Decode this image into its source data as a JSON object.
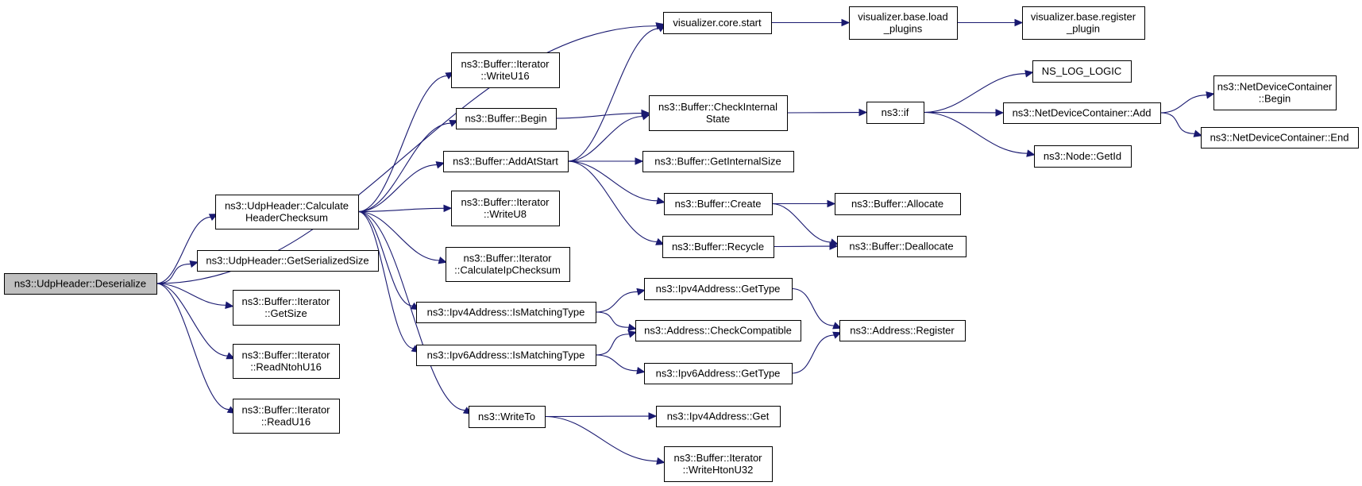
{
  "graph": {
    "kind": "call-graph",
    "edge_color": "#191970",
    "root_fill": "#bfbfbf",
    "nodes": [
      {
        "id": "deserialize",
        "lines": [
          "ns3::UdpHeader::Deserialize"
        ],
        "root": true
      },
      {
        "id": "viz_start",
        "lines": [
          "visualizer.core.start"
        ]
      },
      {
        "id": "viz_load",
        "lines": [
          "visualizer.base.load",
          "_plugins"
        ]
      },
      {
        "id": "viz_register",
        "lines": [
          "visualizer.base.register",
          "_plugin"
        ]
      },
      {
        "id": "calc_hdr",
        "lines": [
          "ns3::UdpHeader::Calculate",
          "HeaderChecksum"
        ]
      },
      {
        "id": "get_ser_size",
        "lines": [
          "ns3::UdpHeader::GetSerializedSize"
        ]
      },
      {
        "id": "it_getsize",
        "lines": [
          "ns3::Buffer::Iterator",
          "::GetSize"
        ]
      },
      {
        "id": "it_readntoh",
        "lines": [
          "ns3::Buffer::Iterator",
          "::ReadNtohU16"
        ]
      },
      {
        "id": "it_readu16",
        "lines": [
          "ns3::Buffer::Iterator",
          "::ReadU16"
        ]
      },
      {
        "id": "it_writeu16",
        "lines": [
          "ns3::Buffer::Iterator",
          "::WriteU16"
        ]
      },
      {
        "id": "buf_begin",
        "lines": [
          "ns3::Buffer::Begin"
        ]
      },
      {
        "id": "buf_addatstart",
        "lines": [
          "ns3::Buffer::AddAtStart"
        ]
      },
      {
        "id": "it_writeu8",
        "lines": [
          "ns3::Buffer::Iterator",
          "::WriteU8"
        ]
      },
      {
        "id": "it_calcip",
        "lines": [
          "ns3::Buffer::Iterator",
          "::CalculateIpChecksum"
        ]
      },
      {
        "id": "ipv4_match",
        "lines": [
          "ns3::Ipv4Address::IsMatchingType"
        ]
      },
      {
        "id": "ipv6_match",
        "lines": [
          "ns3::Ipv6Address::IsMatchingType"
        ]
      },
      {
        "id": "writeto",
        "lines": [
          "ns3::WriteTo"
        ]
      },
      {
        "id": "buf_checkinternal",
        "lines": [
          "ns3::Buffer::CheckInternal",
          "State"
        ]
      },
      {
        "id": "buf_getinternal",
        "lines": [
          "ns3::Buffer::GetInternalSize"
        ]
      },
      {
        "id": "buf_create",
        "lines": [
          "ns3::Buffer::Create"
        ]
      },
      {
        "id": "buf_recycle",
        "lines": [
          "ns3::Buffer::Recycle"
        ]
      },
      {
        "id": "ipv4_gettype",
        "lines": [
          "ns3::Ipv4Address::GetType"
        ]
      },
      {
        "id": "addr_checkcompat",
        "lines": [
          "ns3::Address::CheckCompatible"
        ]
      },
      {
        "id": "ipv6_gettype",
        "lines": [
          "ns3::Ipv6Address::GetType"
        ]
      },
      {
        "id": "ipv4_get",
        "lines": [
          "ns3::Ipv4Address::Get"
        ]
      },
      {
        "id": "it_writehton",
        "lines": [
          "ns3::Buffer::Iterator",
          "::WriteHtonU32"
        ]
      },
      {
        "id": "ns3_if",
        "lines": [
          "ns3::if"
        ]
      },
      {
        "id": "buf_allocate",
        "lines": [
          "ns3::Buffer::Allocate"
        ]
      },
      {
        "id": "buf_deallocate",
        "lines": [
          "ns3::Buffer::Deallocate"
        ]
      },
      {
        "id": "addr_register",
        "lines": [
          "ns3::Address::Register"
        ]
      },
      {
        "id": "ns_log_logic",
        "lines": [
          "NS_LOG_LOGIC"
        ]
      },
      {
        "id": "ndc_add",
        "lines": [
          "ns3::NetDeviceContainer::Add"
        ]
      },
      {
        "id": "node_getid",
        "lines": [
          "ns3::Node::GetId"
        ]
      },
      {
        "id": "ndc_begin",
        "lines": [
          "ns3::NetDeviceContainer",
          "::Begin"
        ]
      },
      {
        "id": "ndc_end",
        "lines": [
          "ns3::NetDeviceContainer::End"
        ]
      }
    ],
    "edges": [
      [
        "deserialize",
        "viz_start"
      ],
      [
        "deserialize",
        "calc_hdr"
      ],
      [
        "deserialize",
        "get_ser_size"
      ],
      [
        "deserialize",
        "it_getsize"
      ],
      [
        "deserialize",
        "it_readntoh"
      ],
      [
        "deserialize",
        "it_readu16"
      ],
      [
        "viz_start",
        "viz_load"
      ],
      [
        "viz_load",
        "viz_register"
      ],
      [
        "calc_hdr",
        "it_writeu16"
      ],
      [
        "calc_hdr",
        "buf_begin"
      ],
      [
        "calc_hdr",
        "buf_addatstart"
      ],
      [
        "calc_hdr",
        "it_writeu8"
      ],
      [
        "calc_hdr",
        "it_calcip"
      ],
      [
        "calc_hdr",
        "ipv4_match"
      ],
      [
        "calc_hdr",
        "ipv6_match"
      ],
      [
        "calc_hdr",
        "writeto"
      ],
      [
        "buf_begin",
        "buf_checkinternal"
      ],
      [
        "buf_addatstart",
        "viz_start"
      ],
      [
        "buf_addatstart",
        "buf_checkinternal"
      ],
      [
        "buf_addatstart",
        "buf_getinternal"
      ],
      [
        "buf_addatstart",
        "buf_create"
      ],
      [
        "buf_addatstart",
        "buf_recycle"
      ],
      [
        "buf_checkinternal",
        "ns3_if"
      ],
      [
        "ns3_if",
        "ns_log_logic"
      ],
      [
        "ns3_if",
        "ndc_add"
      ],
      [
        "ns3_if",
        "node_getid"
      ],
      [
        "ndc_add",
        "ndc_begin"
      ],
      [
        "ndc_add",
        "ndc_end"
      ],
      [
        "buf_create",
        "buf_allocate"
      ],
      [
        "buf_create",
        "buf_deallocate"
      ],
      [
        "buf_recycle",
        "buf_deallocate"
      ],
      [
        "ipv4_match",
        "ipv4_gettype"
      ],
      [
        "ipv4_match",
        "addr_checkcompat"
      ],
      [
        "ipv6_match",
        "addr_checkcompat"
      ],
      [
        "ipv6_match",
        "ipv6_gettype"
      ],
      [
        "ipv4_gettype",
        "addr_register"
      ],
      [
        "ipv6_gettype",
        "addr_register"
      ],
      [
        "writeto",
        "ipv4_get"
      ],
      [
        "writeto",
        "it_writehton"
      ]
    ]
  }
}
